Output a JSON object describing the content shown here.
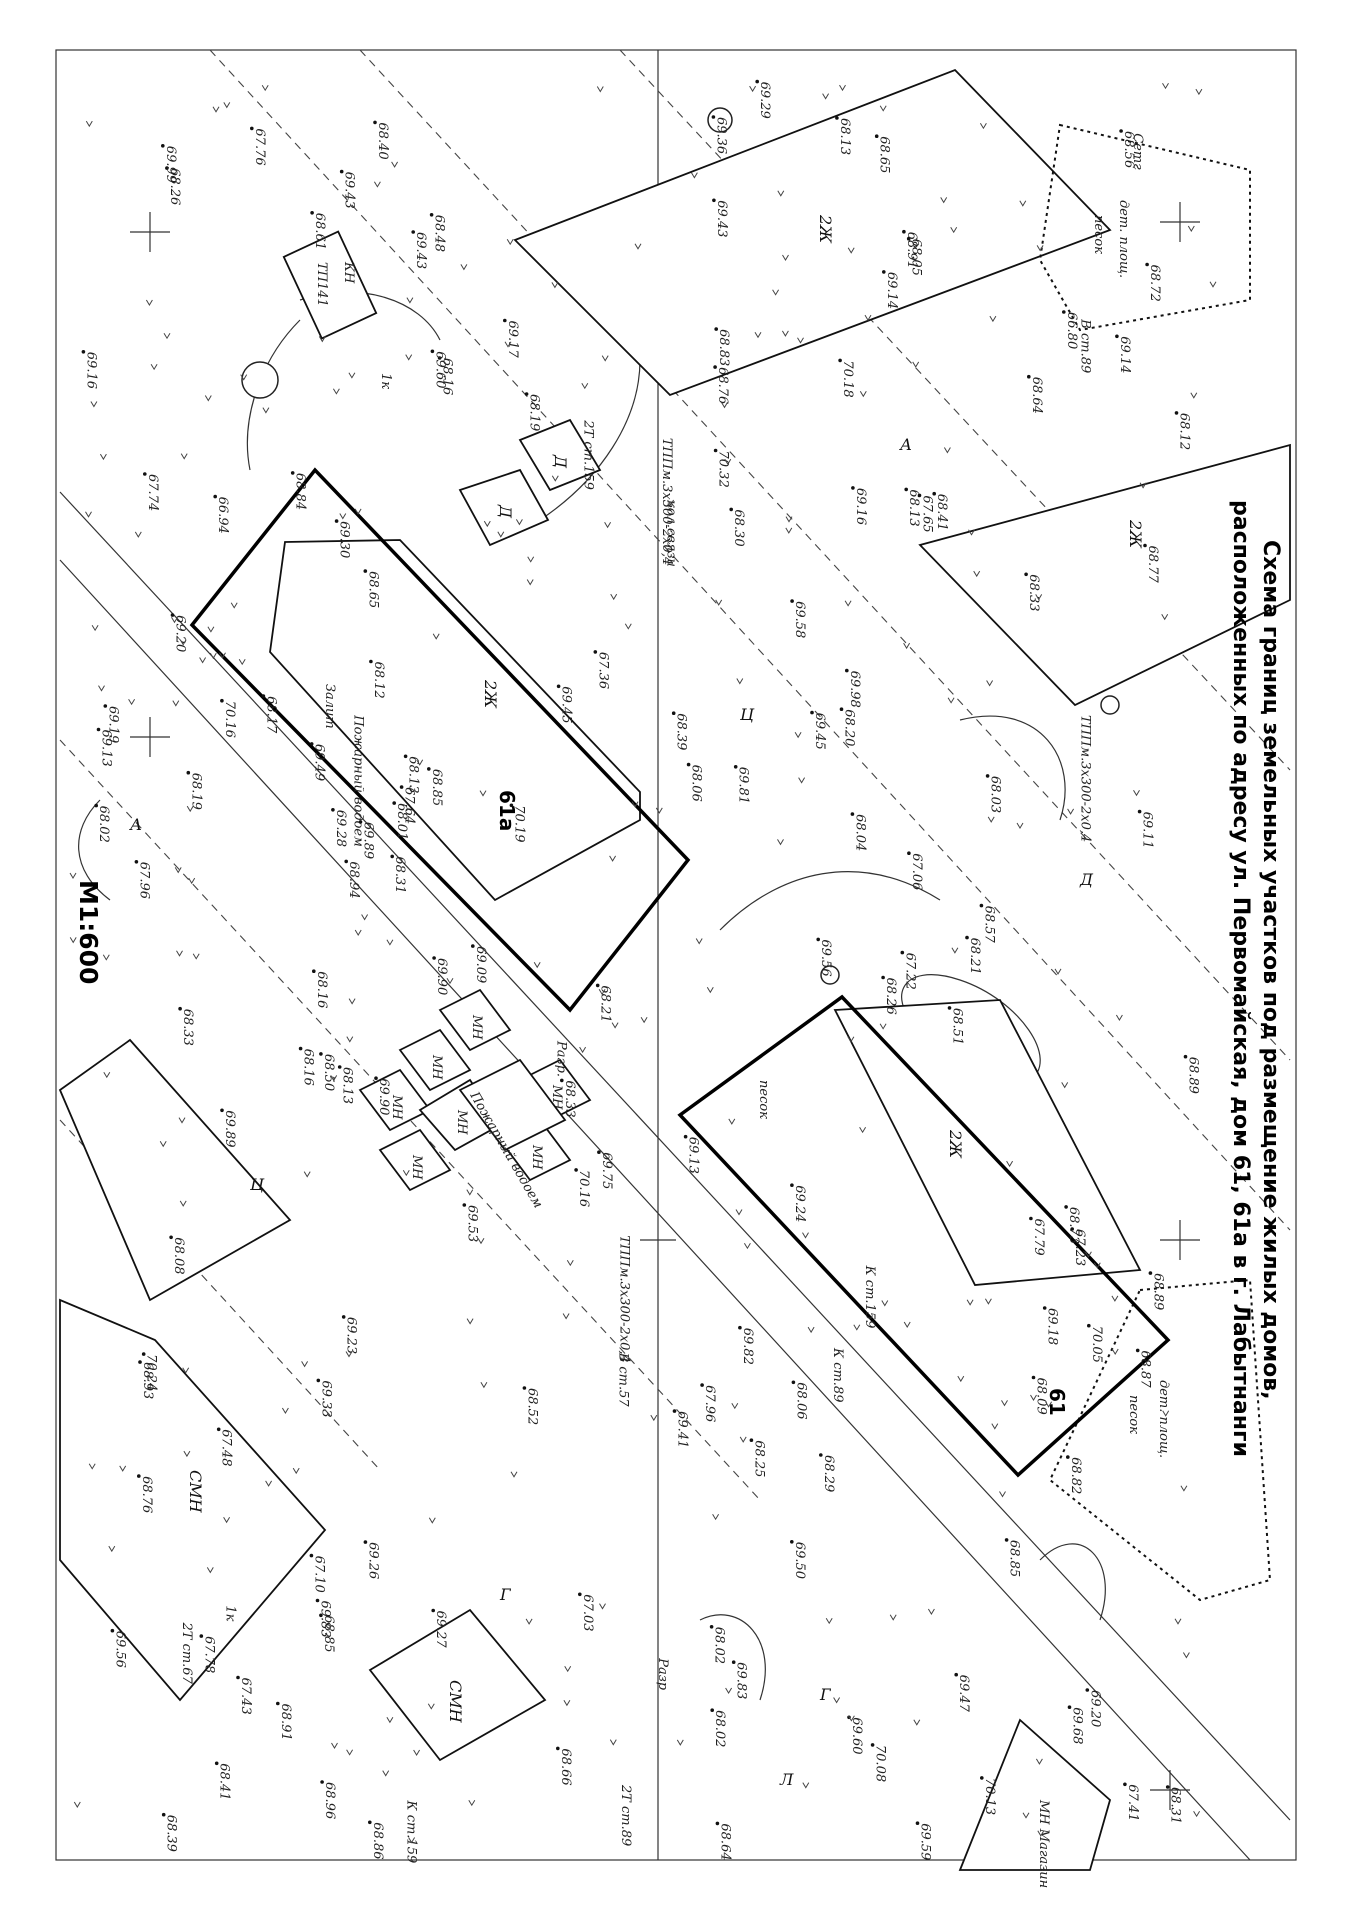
{
  "title": {
    "line1": "Схема границ земельных участков под размещение жилых домов,",
    "line2": "расположенных по адресу ул. Первомайская, дом 61, 61а в г. Лабытнанги"
  },
  "scale": "М1:600",
  "plots": {
    "plot_61a": {
      "label": "61а",
      "building": "2Ж"
    },
    "plot_61": {
      "label": "61",
      "building": "2Ж"
    }
  },
  "buildings": {
    "right_top": "2Ж",
    "right_mid": "2Ж",
    "left_bottom_1": "СМН",
    "left_bottom_2": "СМН",
    "shed_1": "Д",
    "shed_2": "Д",
    "firewater": "Пожарный водоем",
    "mn": [
      "МН",
      "МН",
      "МН",
      "МН",
      "МН",
      "МН",
      "МН"
    ],
    "tp": "ТП141",
    "kn": "КН",
    "playground_1": "дет. площ.",
    "playground_2": "дет. площ.",
    "sand_1": "песок",
    "sand_2": "песок",
    "sand_3": "песок",
    "magazin": "МН Магазин"
  },
  "elevations": [
    "68.13",
    "68.30",
    "68.16",
    "68.02",
    "68.01",
    "68.29",
    "68.48",
    "68.41",
    "68.16",
    "68.21",
    "68.26",
    "68.31",
    "67.96",
    "68.12",
    "68.16",
    "68.33",
    "68.39",
    "68.13",
    "68.12",
    "68.25",
    "68.17",
    "68.02",
    "67.78",
    "67.65",
    "67.64",
    "67.23",
    "67.74",
    "68.05",
    "68.02",
    "67.79",
    "67.36",
    "67.22",
    "67.10",
    "67.06",
    "66.94",
    "66.80",
    "67.48",
    "67.41",
    "67.03",
    "68.73",
    "68.40",
    "68.20",
    "68.19",
    "68.09",
    "68.41",
    "68.39",
    "68.31",
    "68.64",
    "68.85",
    "68.57",
    "68.76",
    "68.77",
    "69.16",
    "69.18",
    "69.27",
    "69.50",
    "69.99",
    "69.36",
    "69.26",
    "69.14",
    "69.43",
    "69.56",
    "69.19",
    "69.58",
    "69.17",
    "69.29",
    "69.43",
    "69.14",
    "69.28",
    "69.41",
    "69.33",
    "69.60",
    "69.53",
    "69.45",
    "69.56",
    "69.43",
    "69.20",
    "69.13",
    "69.49",
    "69.47",
    "69.89",
    "69.83",
    "69.90",
    "68.89",
    "68.96",
    "69.11",
    "69.23",
    "69.20",
    "68.86",
    "68.85",
    "68.61",
    "68.89",
    "68.85",
    "68.82",
    "68.94",
    "68.87",
    "69.13",
    "69.59",
    "69.60",
    "68.64",
    "68.33",
    "68.13",
    "68.21",
    "68.06",
    "68.08",
    "68.06",
    "67.43",
    "68.03",
    "68.19",
    "68.04",
    "68.33",
    "68.76",
    "69.30",
    "68.26",
    "67.76",
    "67.96",
    "68.50",
    "68.72",
    "68.84",
    "68.65",
    "68.93",
    "68.56",
    "68.65",
    "69.16",
    "69.09",
    "69.24",
    "68.66",
    "70.08",
    "70.19",
    "70.32",
    "70.24",
    "70.13",
    "70.16",
    "70.18",
    "70.16",
    "70.05",
    "69.89",
    "69.82",
    "69.75",
    "69.98",
    "69.90",
    "69.81",
    "68.52",
    "68.51",
    "68.13",
    "68.83",
    "68.91",
    "69.68",
    "69.83",
    "68.91",
    "69.45"
  ],
  "annotations": [
    "2Т ст.159",
    "В ст.57",
    "К ст.159",
    "2Т ст.89",
    "В ст.89",
    "К ст.159",
    "2Т ст.67",
    "К ст.89",
    "ТППм.3х300-2х0,4",
    "кол.связи",
    "1к",
    "Пожарный водоем",
    "Залит",
    "Разр",
    "Сетг",
    "Разр.",
    "1к",
    "ТППм.3х300-2х0,4",
    "ТППм.3х300-2х0,4"
  ],
  "zone_codes": [
    "А",
    "Г",
    "Ц",
    "Д",
    "Л",
    "Г",
    "Ц",
    "А"
  ],
  "colors": {
    "ink": "#111111",
    "paper": "#ffffff",
    "boundary": "#000000"
  }
}
